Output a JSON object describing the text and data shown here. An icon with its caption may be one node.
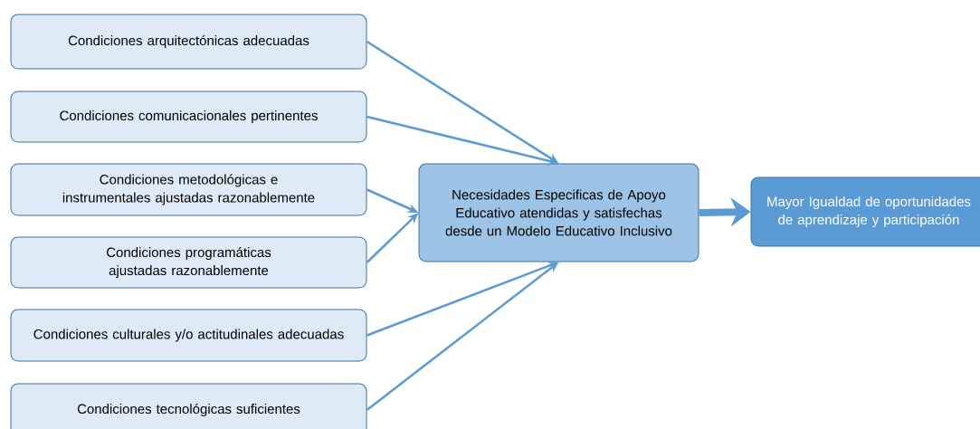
{
  "diagram": {
    "nodes": [
      {
        "text": [
          "Condiciones arquitectónicas adecuadas"
        ]
      },
      {
        "text": [
          "Condiciones comunicacionales pertinentes"
        ]
      },
      {
        "text": [
          "Condiciones metodológicas e instrumentales ajustadas razonablemente"
        ]
      },
      {
        "text": [
          "Condiciones programáticas ajustadas razonablemente"
        ]
      },
      {
        "text": [
          "Condiciones culturales y/o actitudinales adecuadas"
        ]
      },
      {
        "text": [
          "Condiciones tecnológicas suficientes"
        ]
      },
      {
        "text": [
          "Necesidades Especificas de Apoyo Educativo atendidas y satisfechas desde un Modelo Educativo Inclusivo"
        ]
      },
      {
        "text": [
          "Mayor Igualdad de oportunidades de aprendizaje y participación"
        ]
      }
    ],
    "edges": [
      {
        "from": 0,
        "to": 6,
        "arrow": "to"
      },
      {
        "from": 1,
        "to": 6,
        "arrow": "to"
      },
      {
        "from": 2,
        "to": 6,
        "arrow": "to"
      },
      {
        "from": 3,
        "to": 6,
        "arrow": "to"
      },
      {
        "from": 4,
        "to": 6,
        "arrow": "to"
      },
      {
        "from": 5,
        "to": 6,
        "arrow": "to"
      },
      {
        "from": 6,
        "to": 7,
        "arrow": "to",
        "style": "thick"
      }
    ]
  }
}
